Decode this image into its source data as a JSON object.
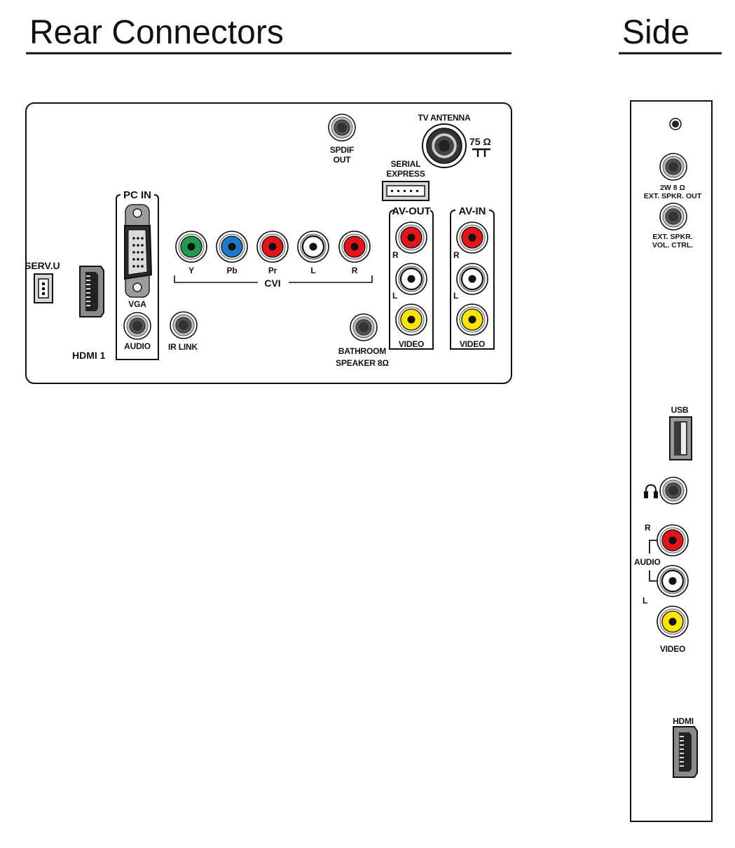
{
  "headings": {
    "rear": "Rear Connectors",
    "side": "Side"
  },
  "rear": {
    "serv_u": "SERV.U",
    "hdmi1": "HDMI 1",
    "pc_in": "PC IN",
    "vga": "VGA",
    "audio": "AUDIO",
    "ir_link": "IR LINK",
    "cvi": {
      "group": "CVI",
      "y": "Y",
      "pb": "Pb",
      "pr": "Pr",
      "l": "L",
      "r": "R"
    },
    "spdif_out_1": "SPDIF",
    "spdif_out_2": "OUT",
    "tv_antenna": "TV ANTENNA",
    "ohm75": "75 Ω",
    "serial_express_1": "SERIAL",
    "serial_express_2": "EXPRESS",
    "bathroom_1": "BATHROOM",
    "bathroom_2": "SPEAKER 8Ω",
    "av_out": {
      "title": "AV-OUT",
      "r": "R",
      "l": "L",
      "video": "VIDEO"
    },
    "av_in": {
      "title": "AV-IN",
      "r": "R",
      "l": "L",
      "video": "VIDEO"
    }
  },
  "side": {
    "ext_spkr_out_1": "2W 8 Ω",
    "ext_spkr_out_2": "EXT. SPKR. OUT",
    "ext_spkr_vol_1": "EXT. SPKR.",
    "ext_spkr_vol_2": "VOL. CTRL.",
    "usb": "USB",
    "audio": "AUDIO",
    "r": "R",
    "l": "L",
    "video": "VIDEO",
    "hdmi": "HDMI"
  },
  "colors": {
    "green": "#1e9a4e",
    "blue": "#1d78c9",
    "red": "#e3151b",
    "white": "#ffffff",
    "yellow": "#ffe500",
    "jack_gray": "#555555"
  },
  "icons": {
    "headphone": "headphone-icon",
    "ground": "ground-icon"
  }
}
